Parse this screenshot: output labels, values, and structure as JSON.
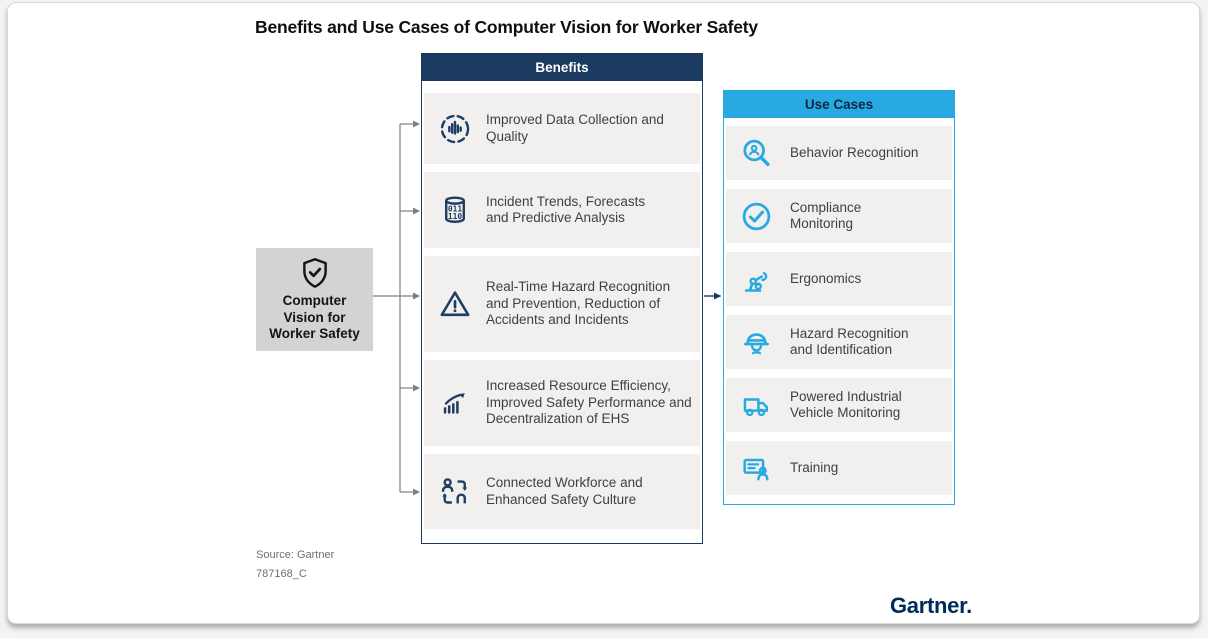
{
  "page": {
    "title": "Benefits and Use Cases of Computer Vision for Worker Safety",
    "source_line1": "Source: Gartner",
    "source_line2": "787168_C",
    "logo_text": "Gartner."
  },
  "subject": {
    "icon": "shield-check-icon",
    "label": "Computer Vision for Worker Safety"
  },
  "benefits": {
    "header": "Benefits",
    "items": [
      {
        "icon": "data-collection-icon",
        "label": "Improved Data Collection and Quality"
      },
      {
        "icon": "incident-trends-icon",
        "label": "Incident Trends, Forecasts and Predictive Analysis"
      },
      {
        "icon": "warning-triangle-icon",
        "label": "Real-Time Hazard Recognition and Prevention, Reduction of Accidents and Incidents"
      },
      {
        "icon": "growth-chart-icon",
        "label": "Increased Resource Efficiency, Improved Safety Performance and Decentralization of EHS"
      },
      {
        "icon": "connected-workforce-icon",
        "label": "Connected Workforce and Enhanced Safety Culture"
      }
    ]
  },
  "use_cases": {
    "header": "Use Cases",
    "items": [
      {
        "icon": "behavior-recognition-icon",
        "label": "Behavior Recognition"
      },
      {
        "icon": "compliance-check-icon",
        "label": "Compliance Monitoring"
      },
      {
        "icon": "robot-arm-icon",
        "label": "Ergonomics"
      },
      {
        "icon": "hard-hat-icon",
        "label": "Hazard Recognition and Identification"
      },
      {
        "icon": "truck-icon",
        "label": "Powered Industrial Vehicle Monitoring"
      },
      {
        "icon": "training-board-icon",
        "label": "Training"
      }
    ]
  },
  "colors": {
    "navy": "#1b3a5f",
    "blue": "#29a9e1",
    "item_bg": "#f1f0ee",
    "subject_bg": "#d3d3d3",
    "connector": "#7f7f7f",
    "logo_navy": "#00295c"
  }
}
